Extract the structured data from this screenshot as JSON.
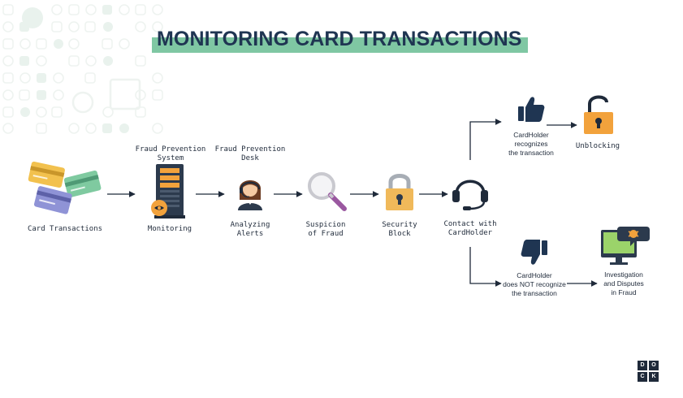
{
  "title": "MONITORING CARD TRANSACTIONS",
  "nodes": {
    "cards": {
      "label": "Card Transactions"
    },
    "monitoring": {
      "header": "Fraud Prevention\nSystem",
      "label": "Monitoring"
    },
    "analyzing": {
      "header": "Fraud Prevention\nDesk",
      "label": "Analyzing\nAlerts"
    },
    "suspicion": {
      "label": "Suspicion\nof Fraud"
    },
    "security": {
      "label": "Security\nBlock"
    },
    "contact": {
      "label": "Contact with\nCardHolder"
    },
    "recognizes": {
      "label": "CardHolder\nrecognizes\nthe transaction"
    },
    "unblocking": {
      "label": "Unblocking"
    },
    "not_recognize": {
      "label": "CardHolder\ndoes NOT recognize\nthe transaction"
    },
    "investigation": {
      "label": "Investigation\nand Disputes\nin Fraud"
    }
  },
  "logo": {
    "letters": [
      "D",
      "O",
      "C",
      "K"
    ]
  },
  "colors": {
    "accent": "#7fc7a3",
    "title_text": "#1f3552",
    "dark": "#1f2a3a",
    "lock_body": "#f0b95a",
    "lock_open": "#f2a23c",
    "card_yellow": "#f2c14e",
    "card_green": "#7fcaa0",
    "card_purple": "#8f93d6"
  },
  "icons": [
    "credit-cards-icon",
    "server-icon",
    "agent-icon",
    "magnifier-icon",
    "lock-icon",
    "headset-icon",
    "thumbs-up-icon",
    "open-lock-icon",
    "thumbs-down-icon",
    "monitor-alert-icon"
  ]
}
